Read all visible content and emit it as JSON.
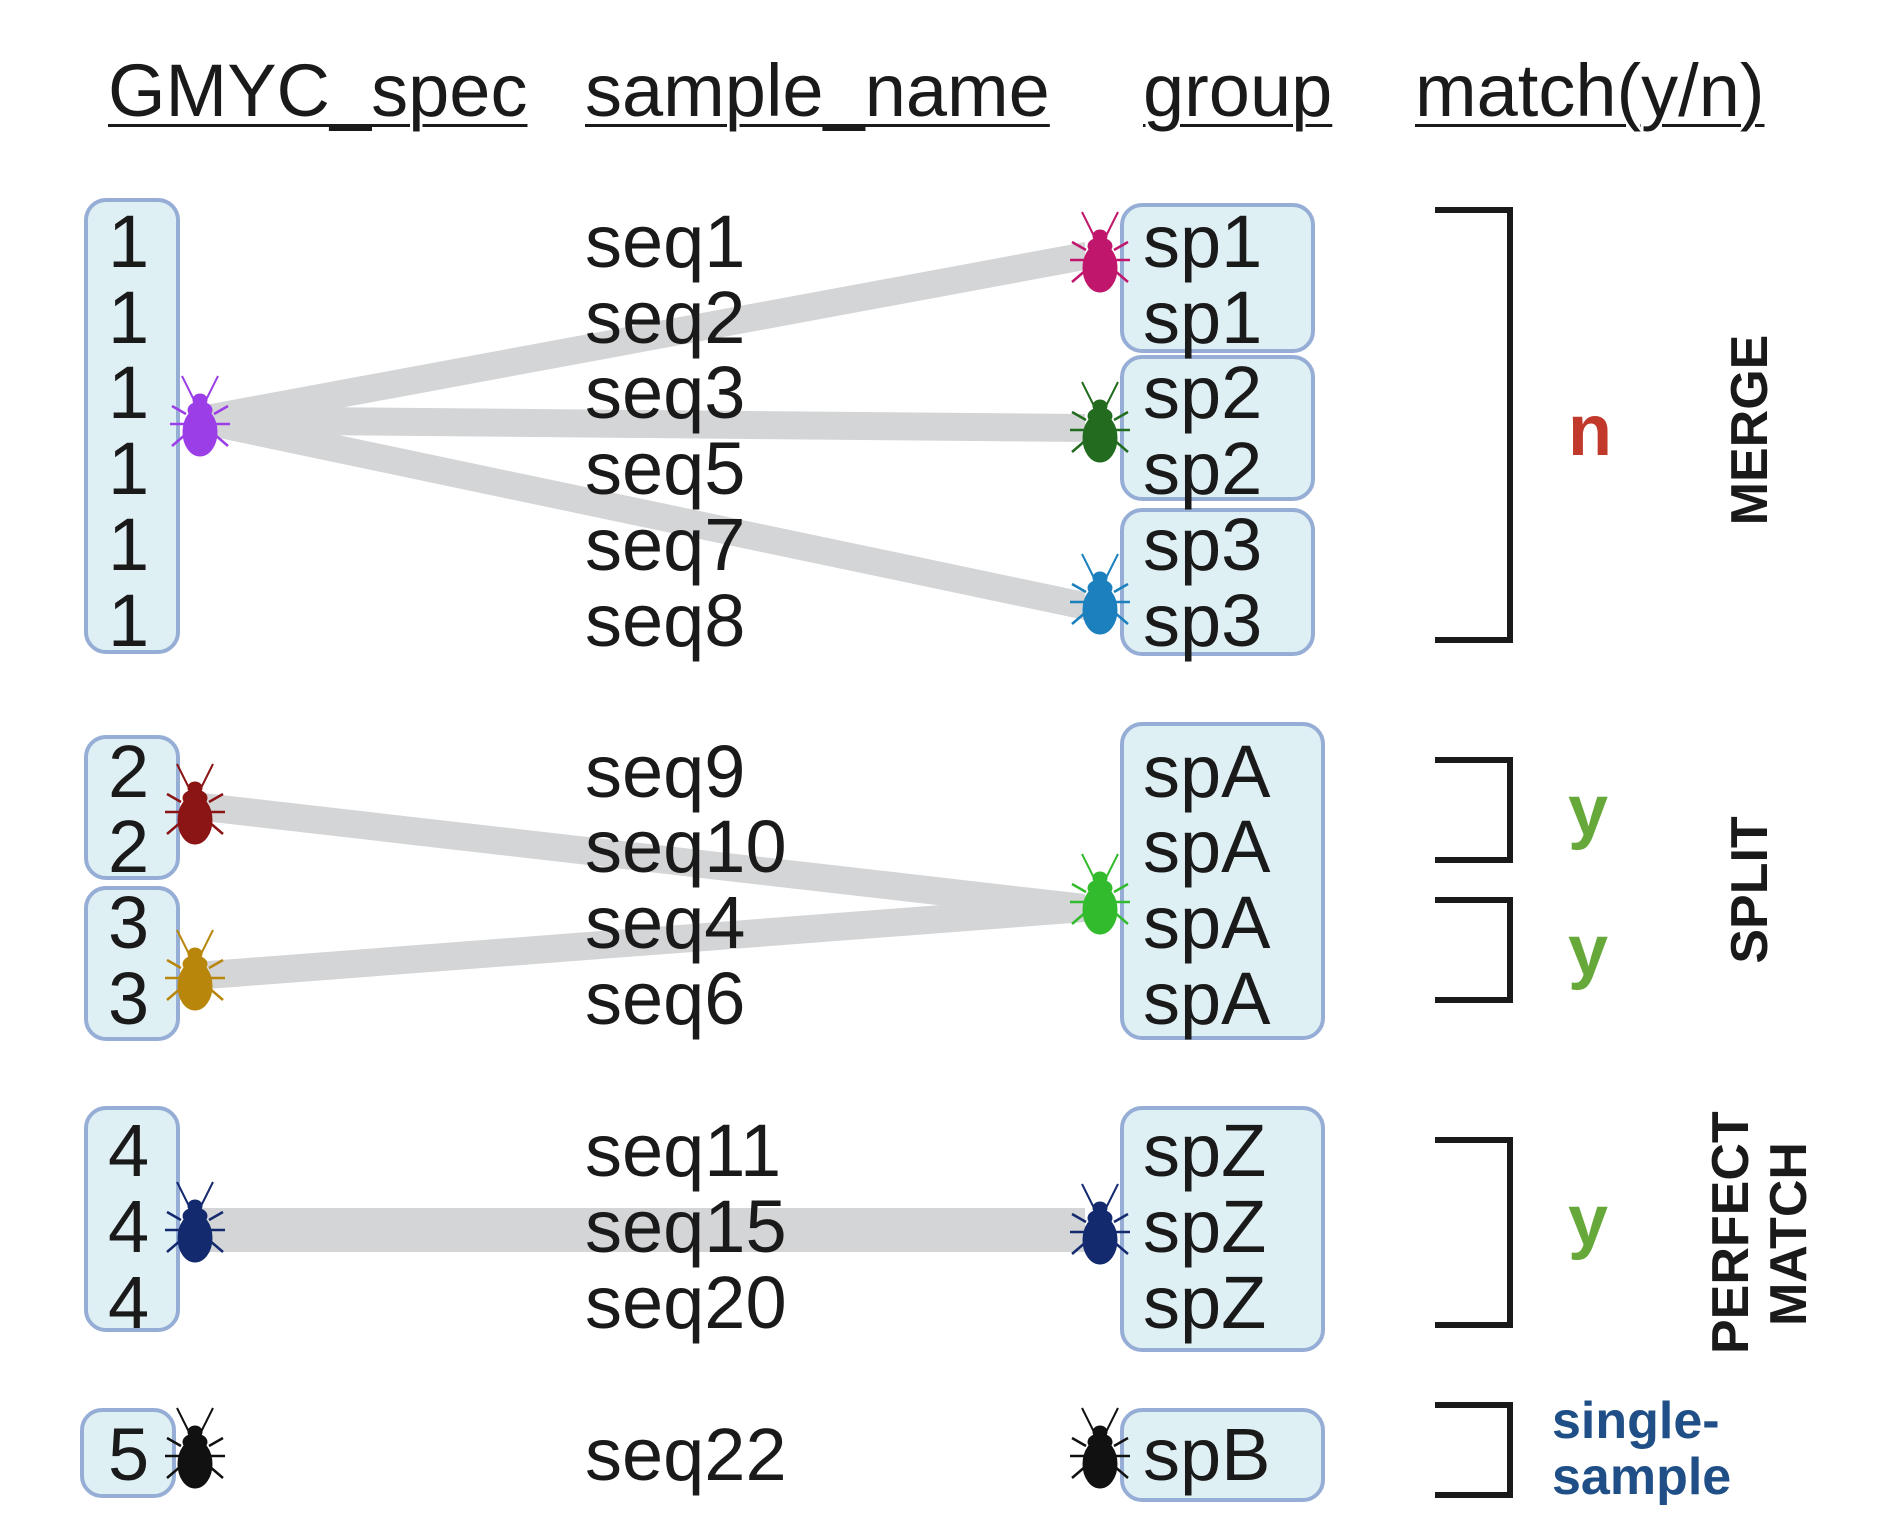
{
  "headers": {
    "gmyc": "GMYC_spec",
    "sample": "sample_name",
    "group": "group",
    "match": "match(y/n)"
  },
  "blocks": [
    {
      "gmyc": [
        "1",
        "1",
        "1",
        "1",
        "1",
        "1"
      ],
      "samples": [
        "seq1",
        "seq2",
        "seq3",
        "seq5",
        "seq7",
        "seq8"
      ],
      "groups": [
        "sp1",
        "sp1",
        "sp2",
        "sp2",
        "sp3",
        "sp3"
      ],
      "matches": [
        "n"
      ],
      "category": "MERGE"
    },
    {
      "gmyc": [
        "2",
        "2",
        "3",
        "3"
      ],
      "samples": [
        "seq9",
        "seq10",
        "seq4",
        "seq6"
      ],
      "groups": [
        "spA",
        "spA",
        "spA",
        "spA"
      ],
      "matches": [
        "y",
        "y"
      ],
      "category": "SPLIT"
    },
    {
      "gmyc": [
        "4",
        "4",
        "4"
      ],
      "samples": [
        "seq11",
        "seq15",
        "seq20"
      ],
      "groups": [
        "spZ",
        "spZ",
        "spZ"
      ],
      "matches": [
        "y"
      ],
      "category_line1": "PERFECT",
      "category_line2": "MATCH"
    },
    {
      "gmyc": [
        "5"
      ],
      "samples": [
        "seq22"
      ],
      "groups": [
        "spB"
      ],
      "note_line1": "single-",
      "note_line2": "sample"
    }
  ],
  "colors": {
    "box_fill": "#dff0f5",
    "box_border": "#96aed6",
    "connector": "#d3d5d7",
    "no_match": "#c0392b",
    "match": "#66a83a",
    "single_sample": "#1f4f86",
    "beetle_gmyc_1": "#9b3ee8",
    "beetle_gmyc_2": "#8b1414",
    "beetle_gmyc_3": "#b8860b",
    "beetle_gmyc_4": "#142a6e",
    "beetle_gmyc_5": "#111111",
    "beetle_sp1": "#c0166b",
    "beetle_sp2": "#236b1f",
    "beetle_sp3": "#1b80bd",
    "beetle_spA": "#33bb2e",
    "beetle_spZ": "#142a6e",
    "beetle_spB": "#111111"
  },
  "icons": [
    "beetle-icon"
  ]
}
